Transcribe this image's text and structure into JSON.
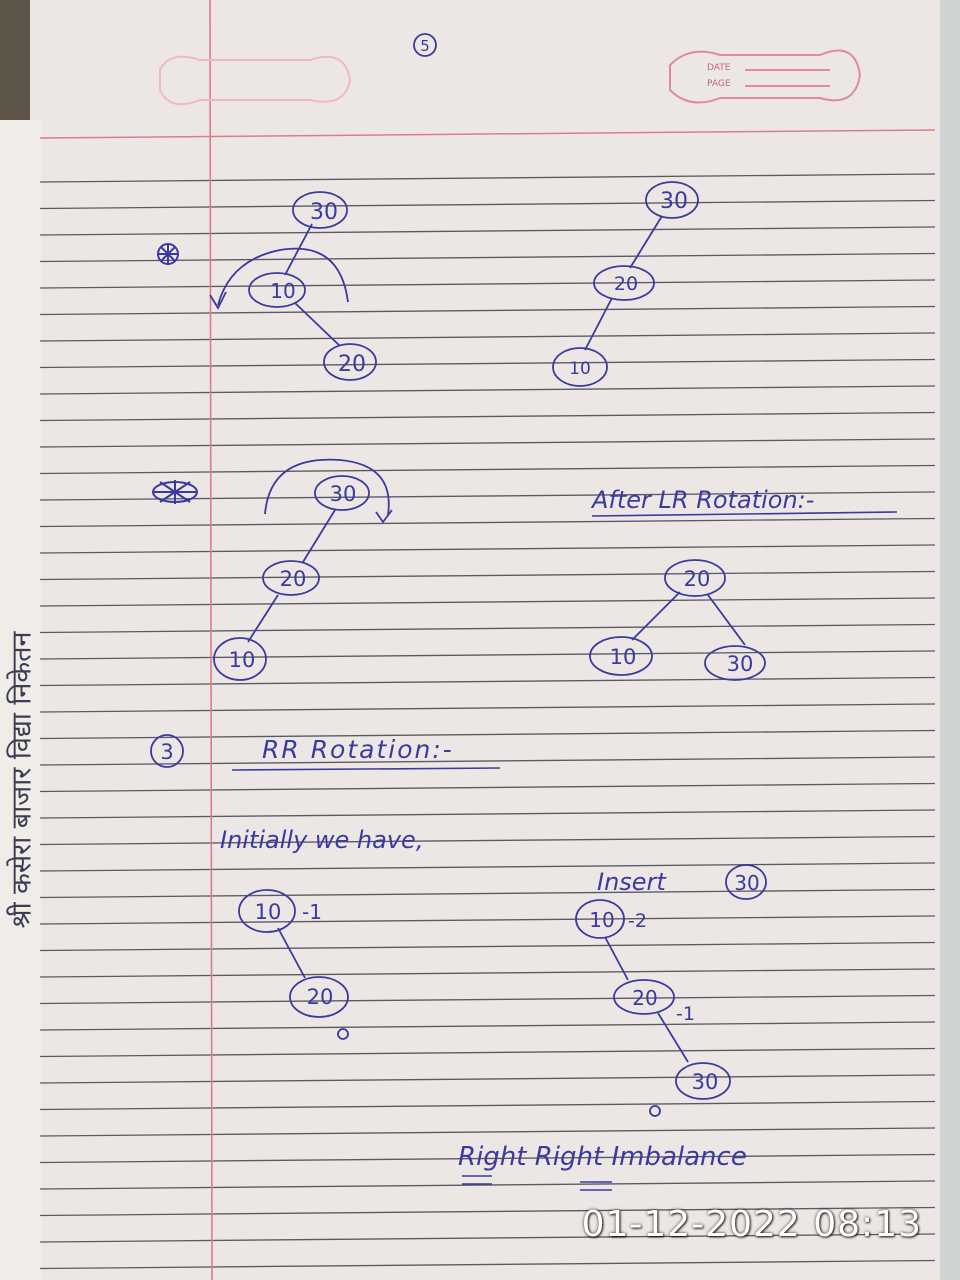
{
  "page_number": "5",
  "date_box": {
    "date_label": "DATE",
    "page_label": "PAGE"
  },
  "side_imprint": "श्री कसेरा बाजार विद्या निकेतन",
  "trees": {
    "a_left": {
      "root": "30",
      "mid": "10",
      "leaf": "20"
    },
    "a_right": {
      "root": "30",
      "mid": "20",
      "leaf": "10"
    },
    "b_left": {
      "root": "30",
      "mid": "20",
      "leaf": "10"
    },
    "b_right": {
      "root": "20",
      "left": "10",
      "right": "30"
    }
  },
  "after_lr_heading": "After LR Rotation:-",
  "section3": {
    "number": "3",
    "title": "RR Rotation:-"
  },
  "initially_text": "Initially we have,",
  "rr_initial": {
    "n10": "10",
    "n10_bf": "-1",
    "n20": "20",
    "n20_bf": "0"
  },
  "insert_label": "Insert",
  "insert_value": "30",
  "rr_after": {
    "n10": "10",
    "n10_bf": "-2",
    "n20": "20",
    "n20_bf": "-1",
    "n30": "30",
    "n30_bf": "0"
  },
  "imbalance_label": "Right Right Imbalance",
  "timestamp": "01-12-2022 08:13",
  "colors": {
    "ink": "#3a3aa0",
    "rule_line": "#5a5a66",
    "margin_line": "#e07a8a",
    "paper": "#ece7e4"
  }
}
